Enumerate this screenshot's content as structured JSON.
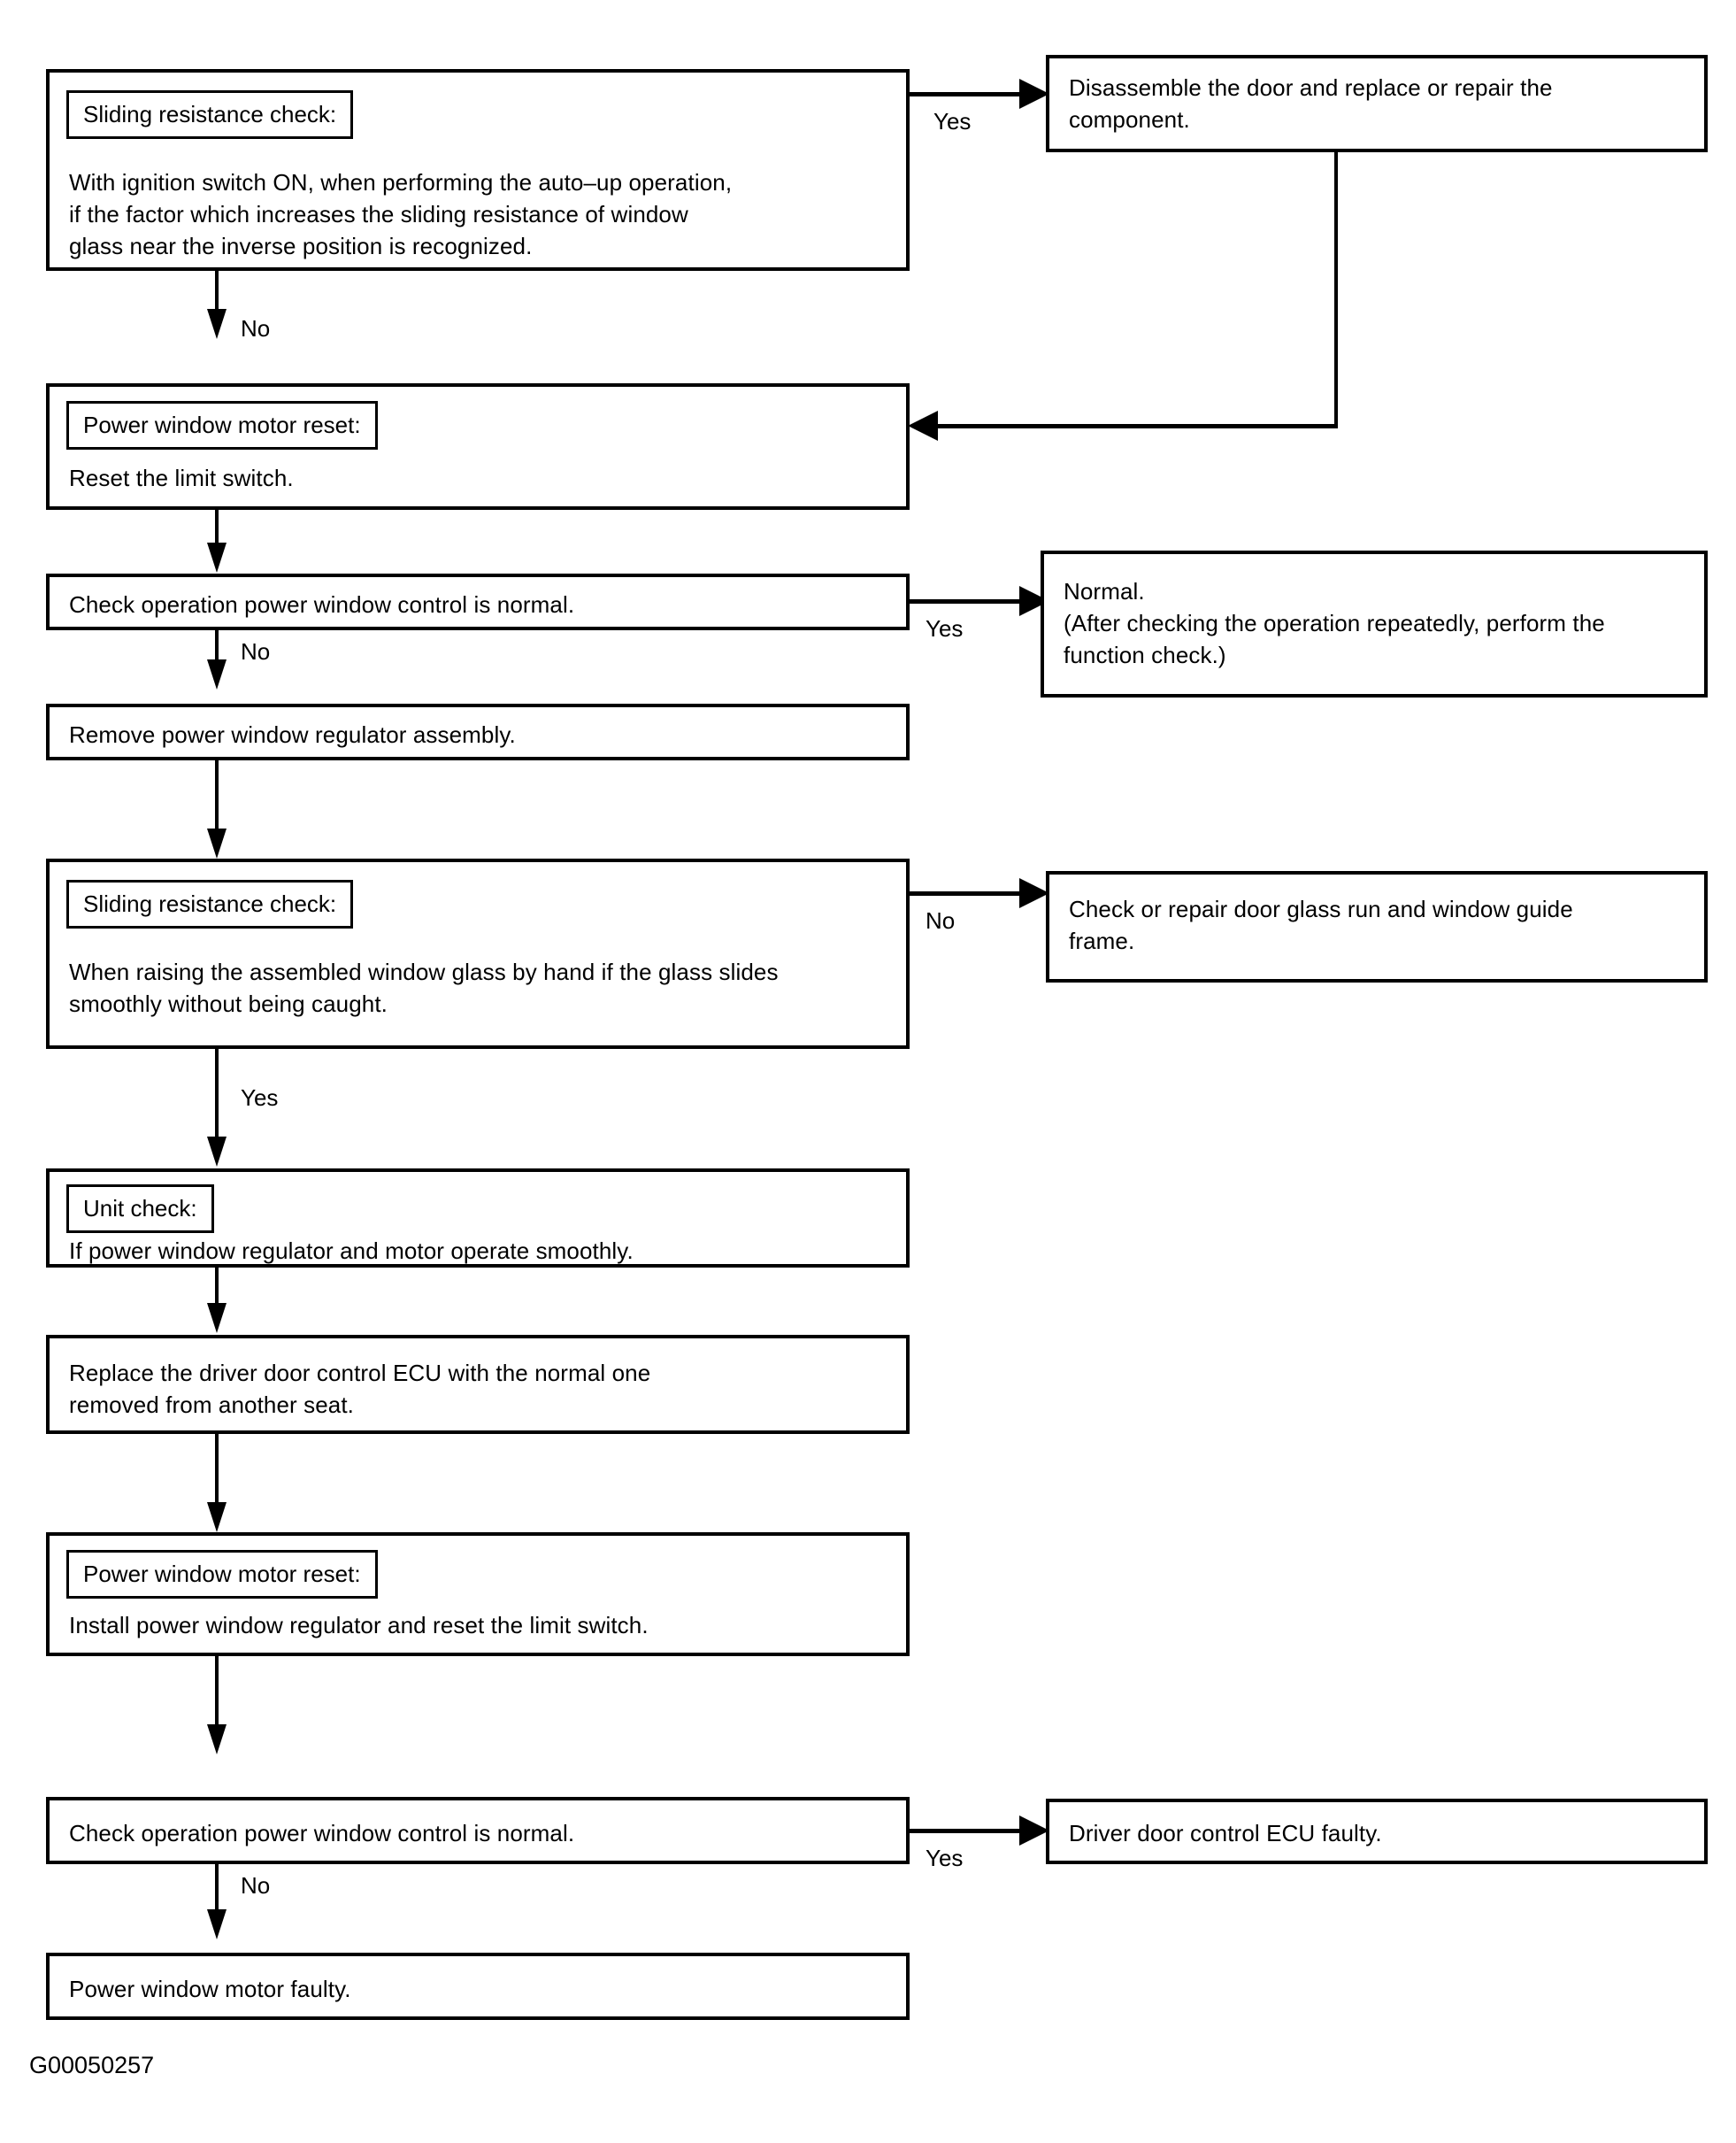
{
  "figure": {
    "id_code": "G00050257",
    "type": "troubleshooting-flowchart"
  },
  "chart_data": {
    "type": "diagram",
    "title": "Power Window Auto-Up Sliding Resistance Troubleshooting Flowchart",
    "nodes": [
      {
        "id": "n1",
        "tag": "Sliding  resistance check:",
        "text": "With ignition switch ON, when performing the auto–up operation,\nif the factor which increases the sliding resistance of window\nglass near the inverse position is recognized."
      },
      {
        "id": "n2",
        "tag": null,
        "text": "Disassemble the door and replace or repair the\ncomponent."
      },
      {
        "id": "n3",
        "tag": "Power window motor reset:",
        "text": "Reset the limit switch."
      },
      {
        "id": "n4",
        "tag": null,
        "text": "Check operation power window control is normal."
      },
      {
        "id": "n5",
        "tag": null,
        "text": "Normal.\n(After checking the operation repeatedly, perform the\nfunction check.)"
      },
      {
        "id": "n6",
        "tag": null,
        "text": "Remove power window regulator assembly."
      },
      {
        "id": "n7",
        "tag": "Sliding  resistance check:",
        "text": "When raising the assembled window glass by hand if the glass slides\nsmoothly without being caught."
      },
      {
        "id": "n8",
        "tag": null,
        "text": "Check or repair door glass run and window guide\nframe."
      },
      {
        "id": "n9",
        "tag": "Unit check:",
        "text": "If power window regulator and motor operate smoothly."
      },
      {
        "id": "n10",
        "tag": null,
        "text": "Replace the driver door control ECU with the normal one\nremoved from another seat."
      },
      {
        "id": "n11",
        "tag": "Power window motor reset:",
        "text": "Install power window regulator and reset the limit switch."
      },
      {
        "id": "n12",
        "tag": null,
        "text": "Check operation power window control is normal."
      },
      {
        "id": "n13",
        "tag": null,
        "text": "Driver door control ECU faulty."
      },
      {
        "id": "n14",
        "tag": null,
        "text": "Power window motor faulty."
      }
    ],
    "edge_labels": {
      "e1_yes": "Yes",
      "e1_no": "No",
      "e4_yes": "Yes",
      "e4_no": "No",
      "e7_no": "No",
      "e7_yes": "Yes",
      "e12_yes": "Yes",
      "e12_no": "No"
    },
    "colors": {
      "stroke": "#000000",
      "background": "#ffffff",
      "text": "#000000"
    }
  }
}
